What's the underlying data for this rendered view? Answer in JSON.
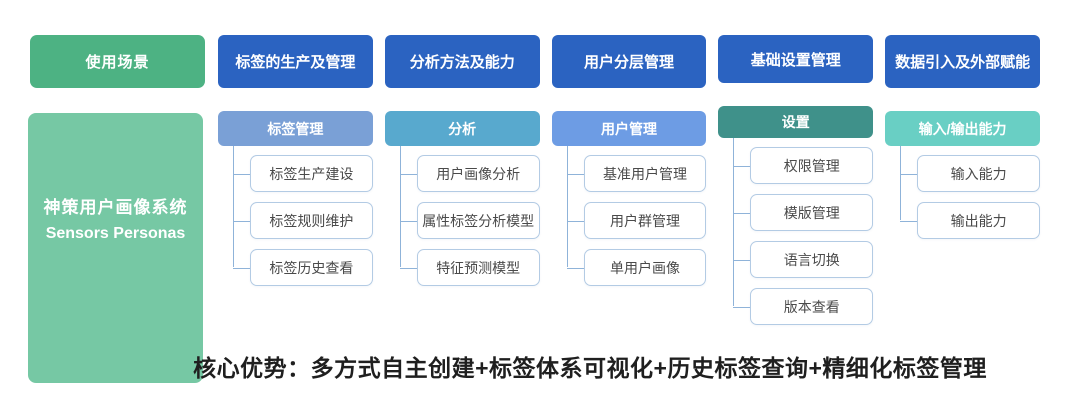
{
  "left_panel": {
    "scene_label": "使用场景",
    "system_name_cn": "神策用户画像系统",
    "system_name_en": "Sensors Personas",
    "scene_bg": "#4db283",
    "system_bg": "#76c8a4"
  },
  "columns": [
    {
      "header": "标签的生产及管理",
      "header_bg": "#2b63c1",
      "sub_header": "标签管理",
      "sub_bg": "#7aa0d6",
      "items": [
        "标签生产建设",
        "标签规则维护",
        "标签历史查看"
      ]
    },
    {
      "header": "分析方法及能力",
      "header_bg": "#2b63c1",
      "sub_header": "分析",
      "sub_bg": "#58a9ce",
      "items": [
        "用户画像分析",
        "属性标签分析模型",
        "特征预测模型"
      ]
    },
    {
      "header": "用户分层管理",
      "header_bg": "#2b63c1",
      "sub_header": "用户管理",
      "sub_bg": "#6d9ce4",
      "items": [
        "基准用户管理",
        "用户群管理",
        "单用户画像"
      ]
    },
    {
      "header": "基础设置管理",
      "header_bg": "#2b63c1",
      "sub_header": "设置",
      "sub_bg": "#3f918a",
      "items": [
        "权限管理",
        "模版管理",
        "语言切换",
        "版本查看"
      ]
    },
    {
      "header": "数据引入及外部赋能",
      "header_bg": "#2b63c1",
      "sub_header": "输入/输出能力",
      "sub_bg": "#69cfc4",
      "items": [
        "输入能力",
        "输出能力"
      ]
    }
  ],
  "footer": {
    "core_advantage": "核心优势：多方式自主创建+标签体系可视化+历史标签查询+精细化标签管理"
  },
  "colors": {
    "header_blue": "#2b63c1",
    "item_border": "#b3cbe4",
    "connector": "#8fb3d9",
    "item_text": "#4a4a4a"
  }
}
